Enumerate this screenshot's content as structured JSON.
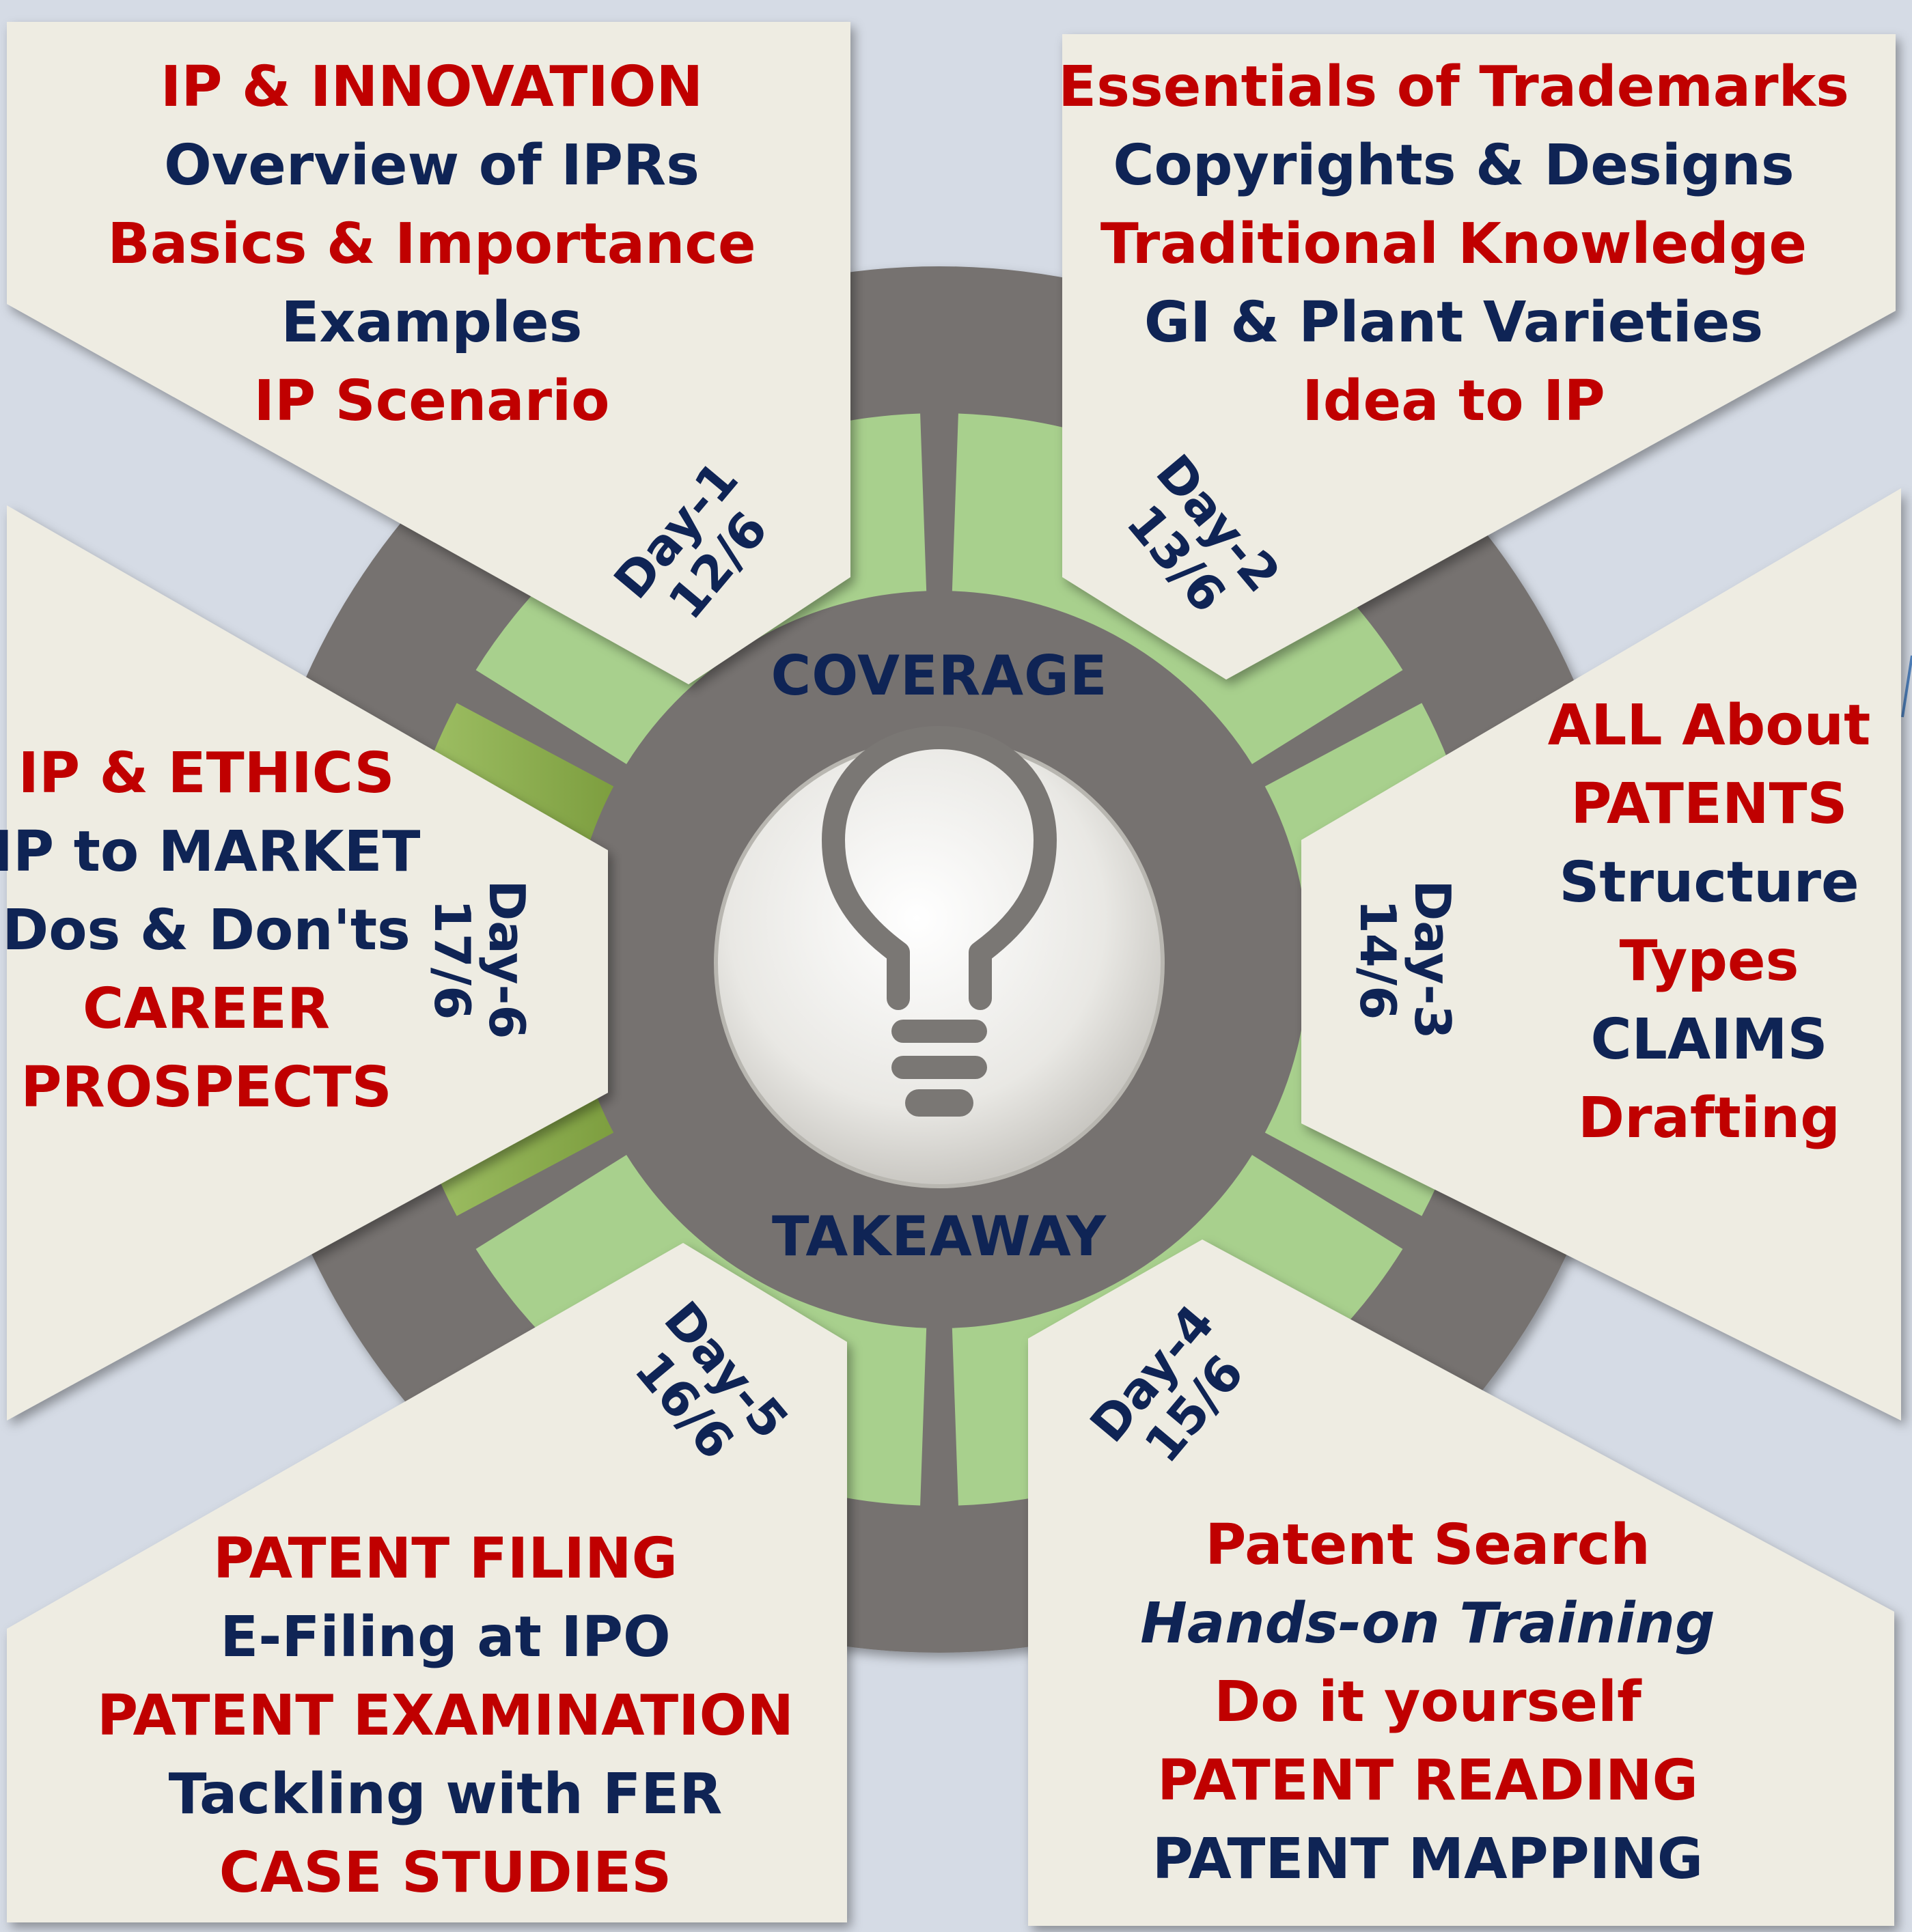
{
  "hub": {
    "top_label": "COVERAGE",
    "bottom_label": "TAKEAWAY",
    "center_icon": "lightbulb-icon"
  },
  "colors": {
    "background": "#d5dbe5",
    "panel": "#eeece2",
    "hub_gray": "#767270",
    "day_green": "#a8d08d",
    "day6_green": "#8fb34f",
    "red_text": "#c00000",
    "navy_text": "#0f2455"
  },
  "days": [
    {
      "id": "day1",
      "label": "Day-1",
      "date": "12/6"
    },
    {
      "id": "day2",
      "label": "Day-2",
      "date": "13/6"
    },
    {
      "id": "day3",
      "label": "Day-3",
      "date": "14/6"
    },
    {
      "id": "day4",
      "label": "Day-4",
      "date": "15/6"
    },
    {
      "id": "day5",
      "label": "Day-5",
      "date": "16/6"
    },
    {
      "id": "day6",
      "label": "Day-6",
      "date": "17/6"
    }
  ],
  "panels": {
    "day1": [
      {
        "text": "IP & INNOVATION",
        "color": "red"
      },
      {
        "text": "Overview of IPRs",
        "color": "navy"
      },
      {
        "text": "Basics & Importance",
        "color": "red"
      },
      {
        "text": "Examples",
        "color": "navy"
      },
      {
        "text": "IP Scenario",
        "color": "red"
      }
    ],
    "day2": [
      {
        "text": "Essentials of Trademarks",
        "color": "red"
      },
      {
        "text": "Copyrights & Designs",
        "color": "navy"
      },
      {
        "text": "Traditional Knowledge",
        "color": "red"
      },
      {
        "text": "GI & Plant Varieties",
        "color": "navy"
      },
      {
        "text": "Idea to IP",
        "color": "red"
      }
    ],
    "day3": [
      {
        "text": "ALL About",
        "color": "red"
      },
      {
        "text": "PATENTS",
        "color": "red"
      },
      {
        "text": "Structure",
        "color": "navy"
      },
      {
        "text": "Types",
        "color": "red"
      },
      {
        "text": "CLAIMS",
        "color": "navy"
      },
      {
        "text": "Drafting",
        "color": "red"
      }
    ],
    "day4": [
      {
        "text": "Patent Search",
        "color": "red"
      },
      {
        "text": "Hands-on Training",
        "color": "navy",
        "italic": true
      },
      {
        "text": "Do it yourself",
        "color": "red"
      },
      {
        "text": "PATENT READING",
        "color": "red"
      },
      {
        "text": "PATENT MAPPING",
        "color": "navy"
      }
    ],
    "day5": [
      {
        "text": "PATENT FILING",
        "color": "red"
      },
      {
        "text": "E-Filing at IPO",
        "color": "navy"
      },
      {
        "text": "PATENT EXAMINATION",
        "color": "red"
      },
      {
        "text": "Tackling with FER",
        "color": "navy"
      },
      {
        "text": "CASE STUDIES",
        "color": "red"
      }
    ],
    "day6": [
      {
        "text": "IP & ETHICS",
        "color": "red"
      },
      {
        "text": "IP to MARKET",
        "color": "navy"
      },
      {
        "text": "Dos & Don'ts",
        "color": "navy"
      },
      {
        "text": "CAREER",
        "color": "red"
      },
      {
        "text": "PROSPECTS",
        "color": "red"
      }
    ]
  }
}
